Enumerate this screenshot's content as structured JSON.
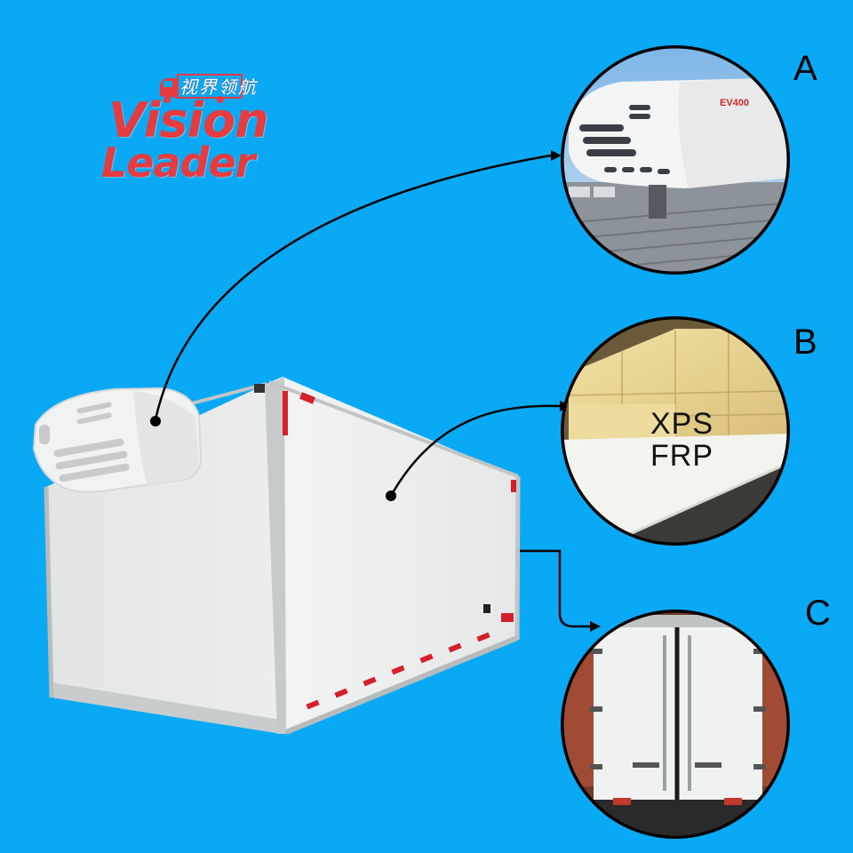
{
  "logo": {
    "chinese": "视界领航",
    "line1": "Vision",
    "line2": "Leader"
  },
  "callouts": [
    {
      "letter": "A",
      "label": "EV400"
    },
    {
      "letter": "B",
      "labels": [
        "XPS",
        "FRP"
      ]
    },
    {
      "letter": "C"
    }
  ],
  "colors": {
    "background": "#0aa9f5",
    "logo_red": "#e63b3f",
    "box_white": "#eceeee",
    "reflector_red": "#d4202a"
  }
}
